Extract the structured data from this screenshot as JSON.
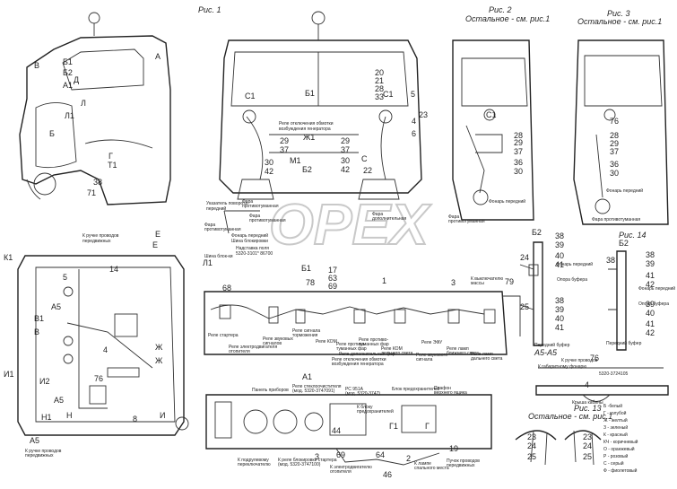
{
  "figures": {
    "fig1": "Рис. 1",
    "fig2": "Рис. 2",
    "fig2_note": "Остальное - см. рис.1",
    "fig3": "Рис. 3",
    "fig3_note": "Остальное - см. рис.1",
    "fig14": "Рис. 14",
    "fig13": "Рис. 13",
    "fig13_note": "Остальное - см. рис.1"
  },
  "labels": {
    "side": {
      "v": "В",
      "b1": "Б1",
      "b2": "Б2",
      "d": "Д",
      "a": "А",
      "a1": "А1",
      "l": "Л",
      "l1": "Л1",
      "b": "Б",
      "g": "Г",
      "t1": "Т1",
      "n38": "38",
      "n71": "71"
    },
    "front": {
      "b1": "Б1",
      "c1": "С1",
      "n20": "20",
      "n21": "21",
      "n28": "28",
      "n33": "33",
      "n5": "5",
      "n23": "23",
      "n4": "4",
      "n6": "6",
      "relay_note1": "Реле отключения обмотки",
      "relay_note2": "возбуждения генератора",
      "zh1": "Ж1",
      "n29": "29",
      "n37": "37",
      "m1": "М1",
      "n30": "30",
      "n42": "42",
      "c": "С",
      "n22": "22",
      "b2": "Б2",
      "turn_left": "Фара",
      "turn_left2": "противотуманная",
      "turn_ind": "Указатель поворота",
      "turn_ind2": "передний",
      "headlamp": "Фара",
      "headlamp2": "противотуманная",
      "aux_lamp": "Фара",
      "aux_lamp2": "дополнительная",
      "socket": "Фара",
      "socket2": "противотуманная",
      "fog": "Фонарь передний",
      "fog2": "Шина блокировки",
      "fog3": "Надставка поля",
      "fog4": "5320-3101* 86700",
      "fog5": "Шина блок-ки",
      "l1": "Л1"
    },
    "fig2": {
      "c1": "С1",
      "n28": "28",
      "n29": "29",
      "n37": "37",
      "n36": "36",
      "n30": "30",
      "fog": "Фара",
      "fog2": "противотуманная",
      "lamp": "Фонарь передний"
    },
    "fig3": {
      "n76": "76",
      "n28": "28",
      "n29": "29",
      "n37": "37",
      "n36": "36",
      "n30": "30",
      "front_lamp": "Фонарь передний",
      "fog": "Фара противотуманная"
    },
    "plan": {
      "k1": "К1",
      "e": "Е",
      "handle_note": "К ручке проводов",
      "handle_note2": "передвижных",
      "n14": "14",
      "n5": "5",
      "a5": "А5",
      "v1": "В1",
      "v": "В",
      "n4": "4",
      "zh": "Ж",
      "i1": "И1",
      "i2": "И2",
      "n76": "76",
      "n1_letter": "Н1",
      "n_letter": "Н",
      "n8": "8",
      "i": "И",
      "handle_bottom": "К ручке проводов",
      "handle_bottom2": "передвижных"
    },
    "board": {
      "b1": "Б1",
      "n17": "17",
      "n63": "63",
      "n69": "69",
      "n68": "68",
      "n78": "78",
      "n1": "1",
      "n3": "3",
      "n79": "79",
      "remote": "К выключателю",
      "remote2": "массы",
      "starter": "Реле стартера",
      "heater": "Реле электродвигателя",
      "heater2": "отопителя",
      "brake": "Реле звуковых",
      "brake2": "сигналов",
      "signal": "Реле сигнала",
      "signal2": "торможения",
      "kom": "Реле КОМ",
      "pto": "Реле противо-",
      "pto2": "туманных фар",
      "aux": "Реле дополнительных фар",
      "fog": "Реле противо-",
      "fog2": "туманных фар",
      "kom2": "Реле КОМ",
      "kom2b": "дальнего света",
      "ebd": "Реле ЭФУ",
      "green": "Реле звукового",
      "green2": "сигнала",
      "lamp": "Реле ламп",
      "lamp2": "ближнего света",
      "horn": "Реле ламп",
      "horn2": "дальнего света",
      "off": "Реле отключения обмотки",
      "off2": "возбуждения генератора"
    },
    "panel": {
      "a1": "А1",
      "relay": "Реле стеклоочистителя",
      "relay2": "(мод. 5320-3747091)",
      "dash": "Панель приборов",
      "rs": "РС 951А",
      "rs2": "(мод. 5320-3747)",
      "fuse": "Блок предохранителей",
      "ceiling": "Плафон",
      "ceiling2": "верхнего ящика",
      "block": "К блоку",
      "block2": "предохранителей",
      "g1": "Г1",
      "g": "Г",
      "n44": "44",
      "n69": "69",
      "n64": "64",
      "n3": "3",
      "n2": "2",
      "n46": "46",
      "n19": "19",
      "steer": "К подрулевому",
      "steer2": "переключателю",
      "lock": "К реле блокировки стартера",
      "lock2": "(мод. 5320-3747100)",
      "power": "К электродвигателю",
      "power2": "отопителя",
      "lamp": "К лампе",
      "lamp2": "спального места",
      "start": "Пучок проводов",
      "start2": "передвижных"
    },
    "b2_left": {
      "title": "Б2",
      "n38": "38",
      "n39": "39",
      "n40": "40",
      "n41": "41",
      "n24": "24",
      "n25": "25",
      "lamp": "Фонарь передний",
      "bracket": "Опора буфера",
      "bumper": "Передний буфер"
    },
    "b2_right": {
      "title": "Б2",
      "n38": "38",
      "n39": "39",
      "n40": "40",
      "n41": "41",
      "n42": "42",
      "lamp": "Фонарь передний",
      "bracket": "Опора буфера",
      "bumper": "Передний буфер"
    },
    "a5": {
      "title": "А5-А5",
      "handle": "К ручке проводов",
      "n76": "76",
      "lamp": "К габаритному фонарю",
      "part": "5320-3724105",
      "n4": "4",
      "roof": "Крыша кабины"
    },
    "fig13": {
      "n23": "23",
      "n24": "24",
      "n25": "25"
    }
  },
  "legend": [
    "Б -белый",
    "Г - голубой",
    "Ж - желтый",
    "З - зеленый",
    "К - красный",
    "КЧ - коричневый",
    "О - оранжевый",
    "Р - розовый",
    "С - серый",
    "Ф - фиолетовый"
  ]
}
